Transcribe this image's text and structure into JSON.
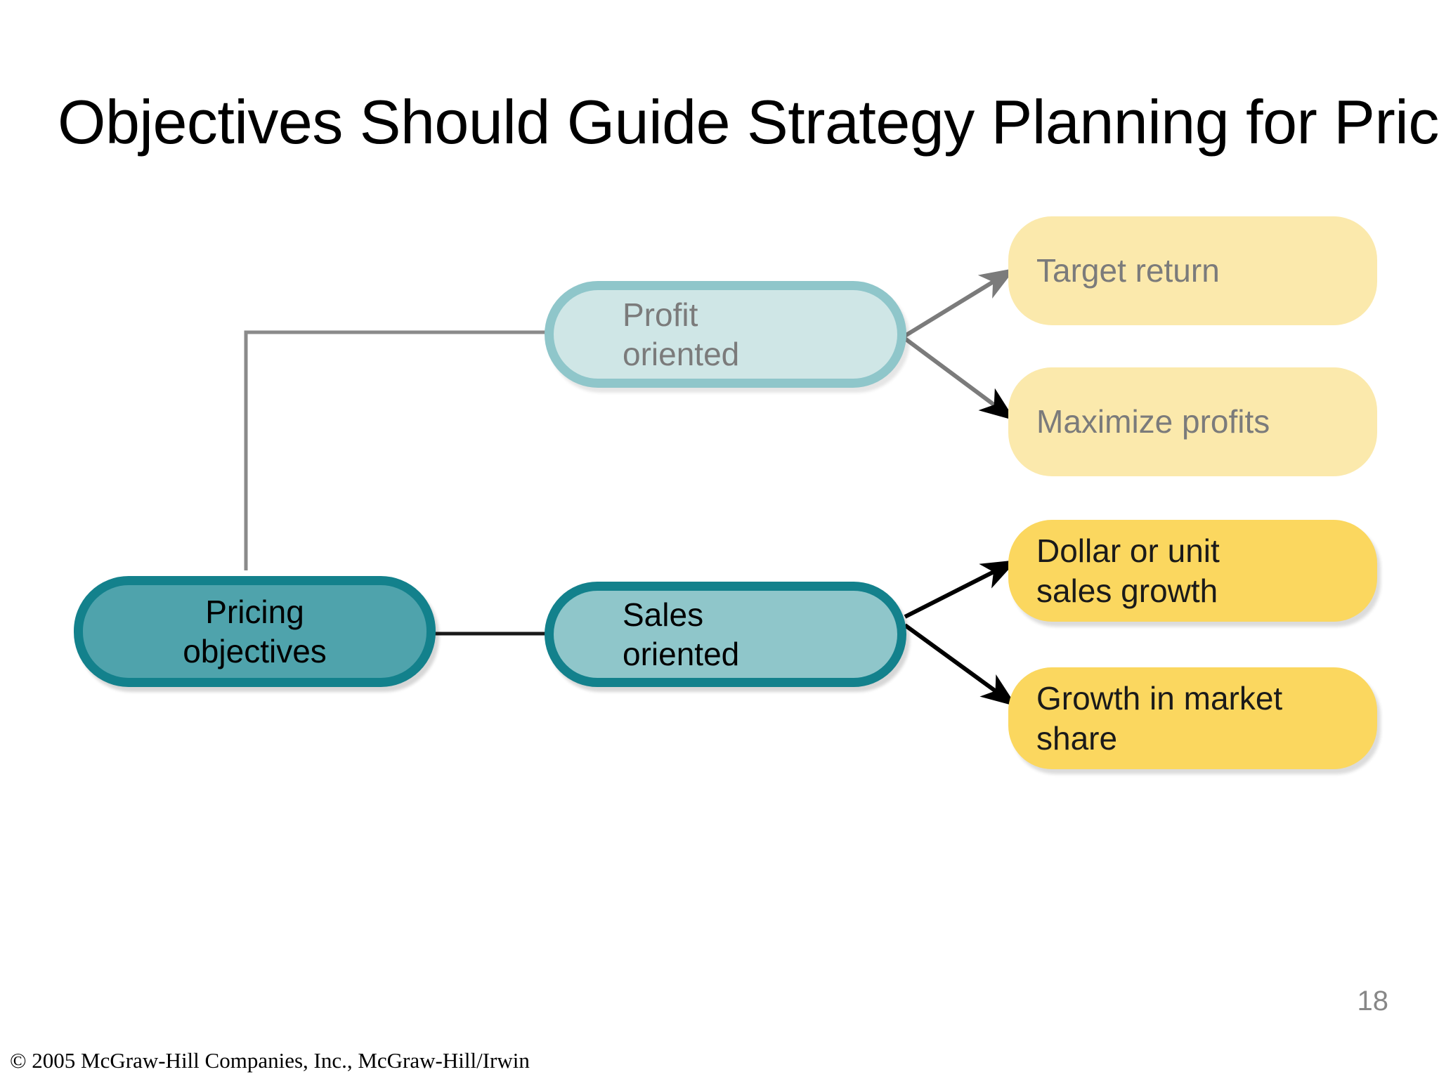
{
  "slide": {
    "title": "Objectives Should Guide Strategy Planning for Price",
    "page_number": "18",
    "copyright": "© 2005 McGraw-Hill Companies, Inc., McGraw-Hill/Irwin",
    "background_color": "#ffffff"
  },
  "diagram": {
    "type": "hierarchy-tree",
    "root": {
      "label": "Pricing\nobjectives",
      "fill": "#4FA3AC",
      "border": "#13818C",
      "text_color": "#000000"
    },
    "branches": [
      {
        "id": "profit-oriented",
        "label": "Profit\noriented",
        "state": "dimmed",
        "fill": "#CFE6E6",
        "border": "#8FC6CA",
        "text_color": "#7B7B7B",
        "connector_color": "#8A8A8A",
        "children": [
          {
            "id": "target-return",
            "label": "Target return",
            "state": "dimmed",
            "fill": "#FBE9AC",
            "text_color": "#7B7B7B",
            "arrow_color": "#7B7B7B"
          },
          {
            "id": "maximize-profits",
            "label": "Maximize profits",
            "state": "dimmed",
            "fill": "#FBE9AC",
            "text_color": "#7B7B7B",
            "arrow_color": "#7B7B7B"
          }
        ]
      },
      {
        "id": "sales-oriented",
        "label": "Sales\noriented",
        "state": "active",
        "fill": "#8FC6CA",
        "border": "#13818C",
        "text_color": "#000000",
        "connector_color": "#1A1A1A",
        "children": [
          {
            "id": "dollar-or-unit-sales-growth",
            "label": "Dollar or unit\nsales growth",
            "state": "active",
            "fill": "#FBD75F",
            "text_color": "#1A1A1A",
            "arrow_color": "#000000"
          },
          {
            "id": "growth-in-market-share",
            "label": "Growth in market\nshare",
            "state": "active",
            "fill": "#FBD75F",
            "text_color": "#1A1A1A",
            "arrow_color": "#000000"
          }
        ]
      }
    ]
  }
}
